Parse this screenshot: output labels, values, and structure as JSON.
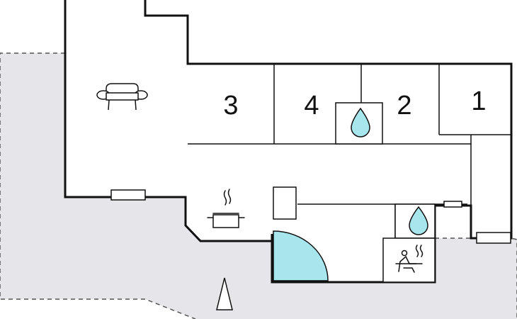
{
  "rooms": [
    {
      "label": "3"
    },
    {
      "label": "4"
    },
    {
      "label": "2"
    },
    {
      "label": "1"
    }
  ],
  "icons": [
    "sofa-icon",
    "cooking-pot-icon",
    "water-drop-icon",
    "sauna-icon",
    "north-arrow-icon"
  ],
  "colors": {
    "terrace": "#e5e5ea",
    "pool": "#a8e6ee",
    "water": "#a8e6ee",
    "wall": "#111111"
  }
}
